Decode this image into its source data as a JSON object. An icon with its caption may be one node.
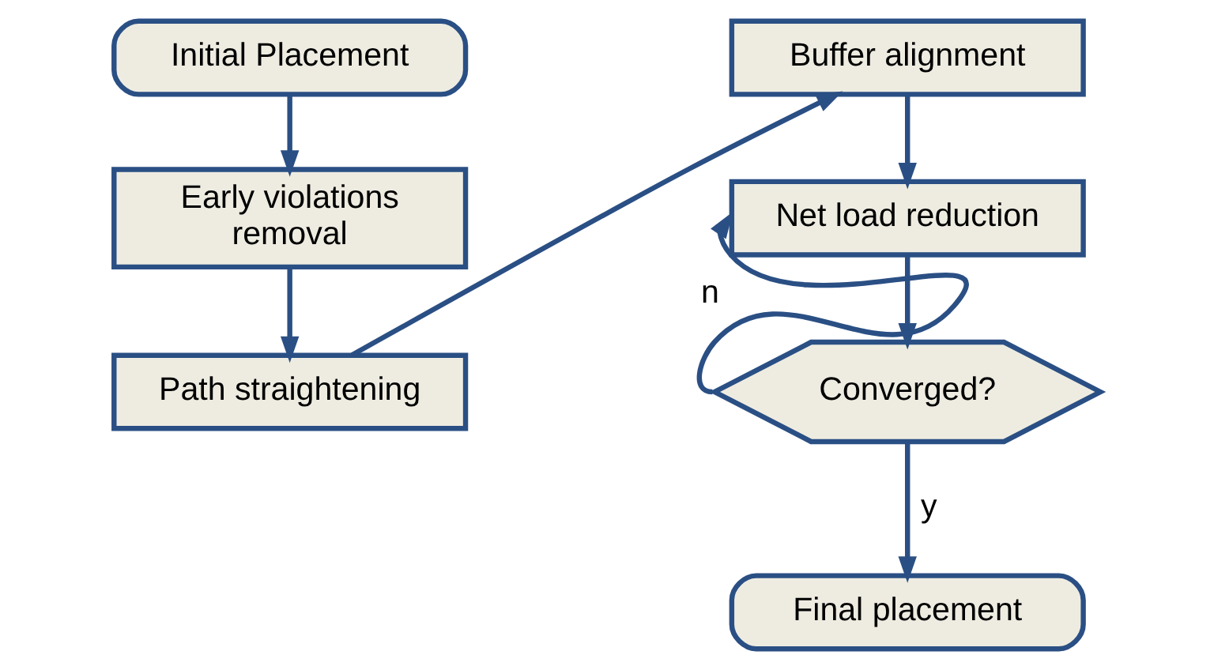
{
  "diagram": {
    "nodes": [
      {
        "text": [
          "Initial Placement"
        ]
      },
      {
        "text": [
          "Early violations removal"
        ]
      },
      {
        "text": [
          "Path straightening"
        ]
      },
      {
        "text": [
          "Buffer alignment"
        ]
      },
      {
        "text": [
          "Net load reduction"
        ]
      },
      {
        "text": [
          "Converged?"
        ]
      },
      {
        "text": [
          "Final placement"
        ]
      }
    ],
    "edges": [
      {
        "from": 0,
        "to": 1,
        "arrow": "to"
      },
      {
        "from": 1,
        "to": 2,
        "arrow": "to"
      },
      {
        "from": 2,
        "to": 3,
        "arrow": "to"
      },
      {
        "from": 3,
        "to": 4,
        "arrow": "to"
      },
      {
        "from": 4,
        "to": 5,
        "arrow": "to"
      },
      {
        "from": 5,
        "to": 4,
        "arrow": "to",
        "label": "n"
      },
      {
        "from": 5,
        "to": 6,
        "arrow": "to",
        "label": "y"
      }
    ]
  }
}
